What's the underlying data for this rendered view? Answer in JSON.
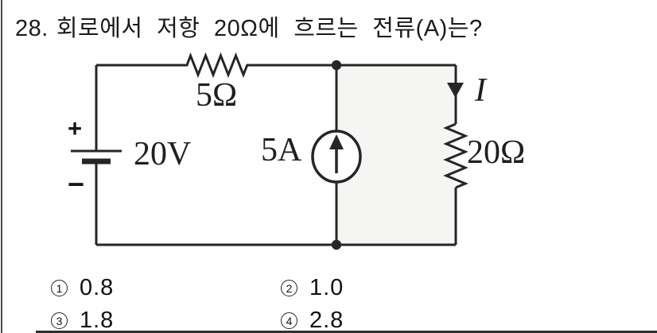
{
  "question": {
    "number": "28.",
    "text": "회로에서 저항 20Ω에 흐르는 전류(A)는?"
  },
  "circuit": {
    "voltage_source": {
      "label": "20V",
      "plus_sign": "+",
      "minus_sign": "−"
    },
    "series_resistor": {
      "label": "5Ω"
    },
    "current_source": {
      "label": "5A"
    },
    "load_resistor": {
      "label": "20Ω"
    },
    "current_arrow_label": "I"
  },
  "options": [
    {
      "marker": "1",
      "value": "0.8"
    },
    {
      "marker": "2",
      "value": "1.0"
    },
    {
      "marker": "3",
      "value": "1.8"
    },
    {
      "marker": "4",
      "value": "2.8"
    }
  ],
  "colors": {
    "ink": "#262626",
    "shade": "#f5f5f3",
    "text": "#1b1b1b"
  }
}
